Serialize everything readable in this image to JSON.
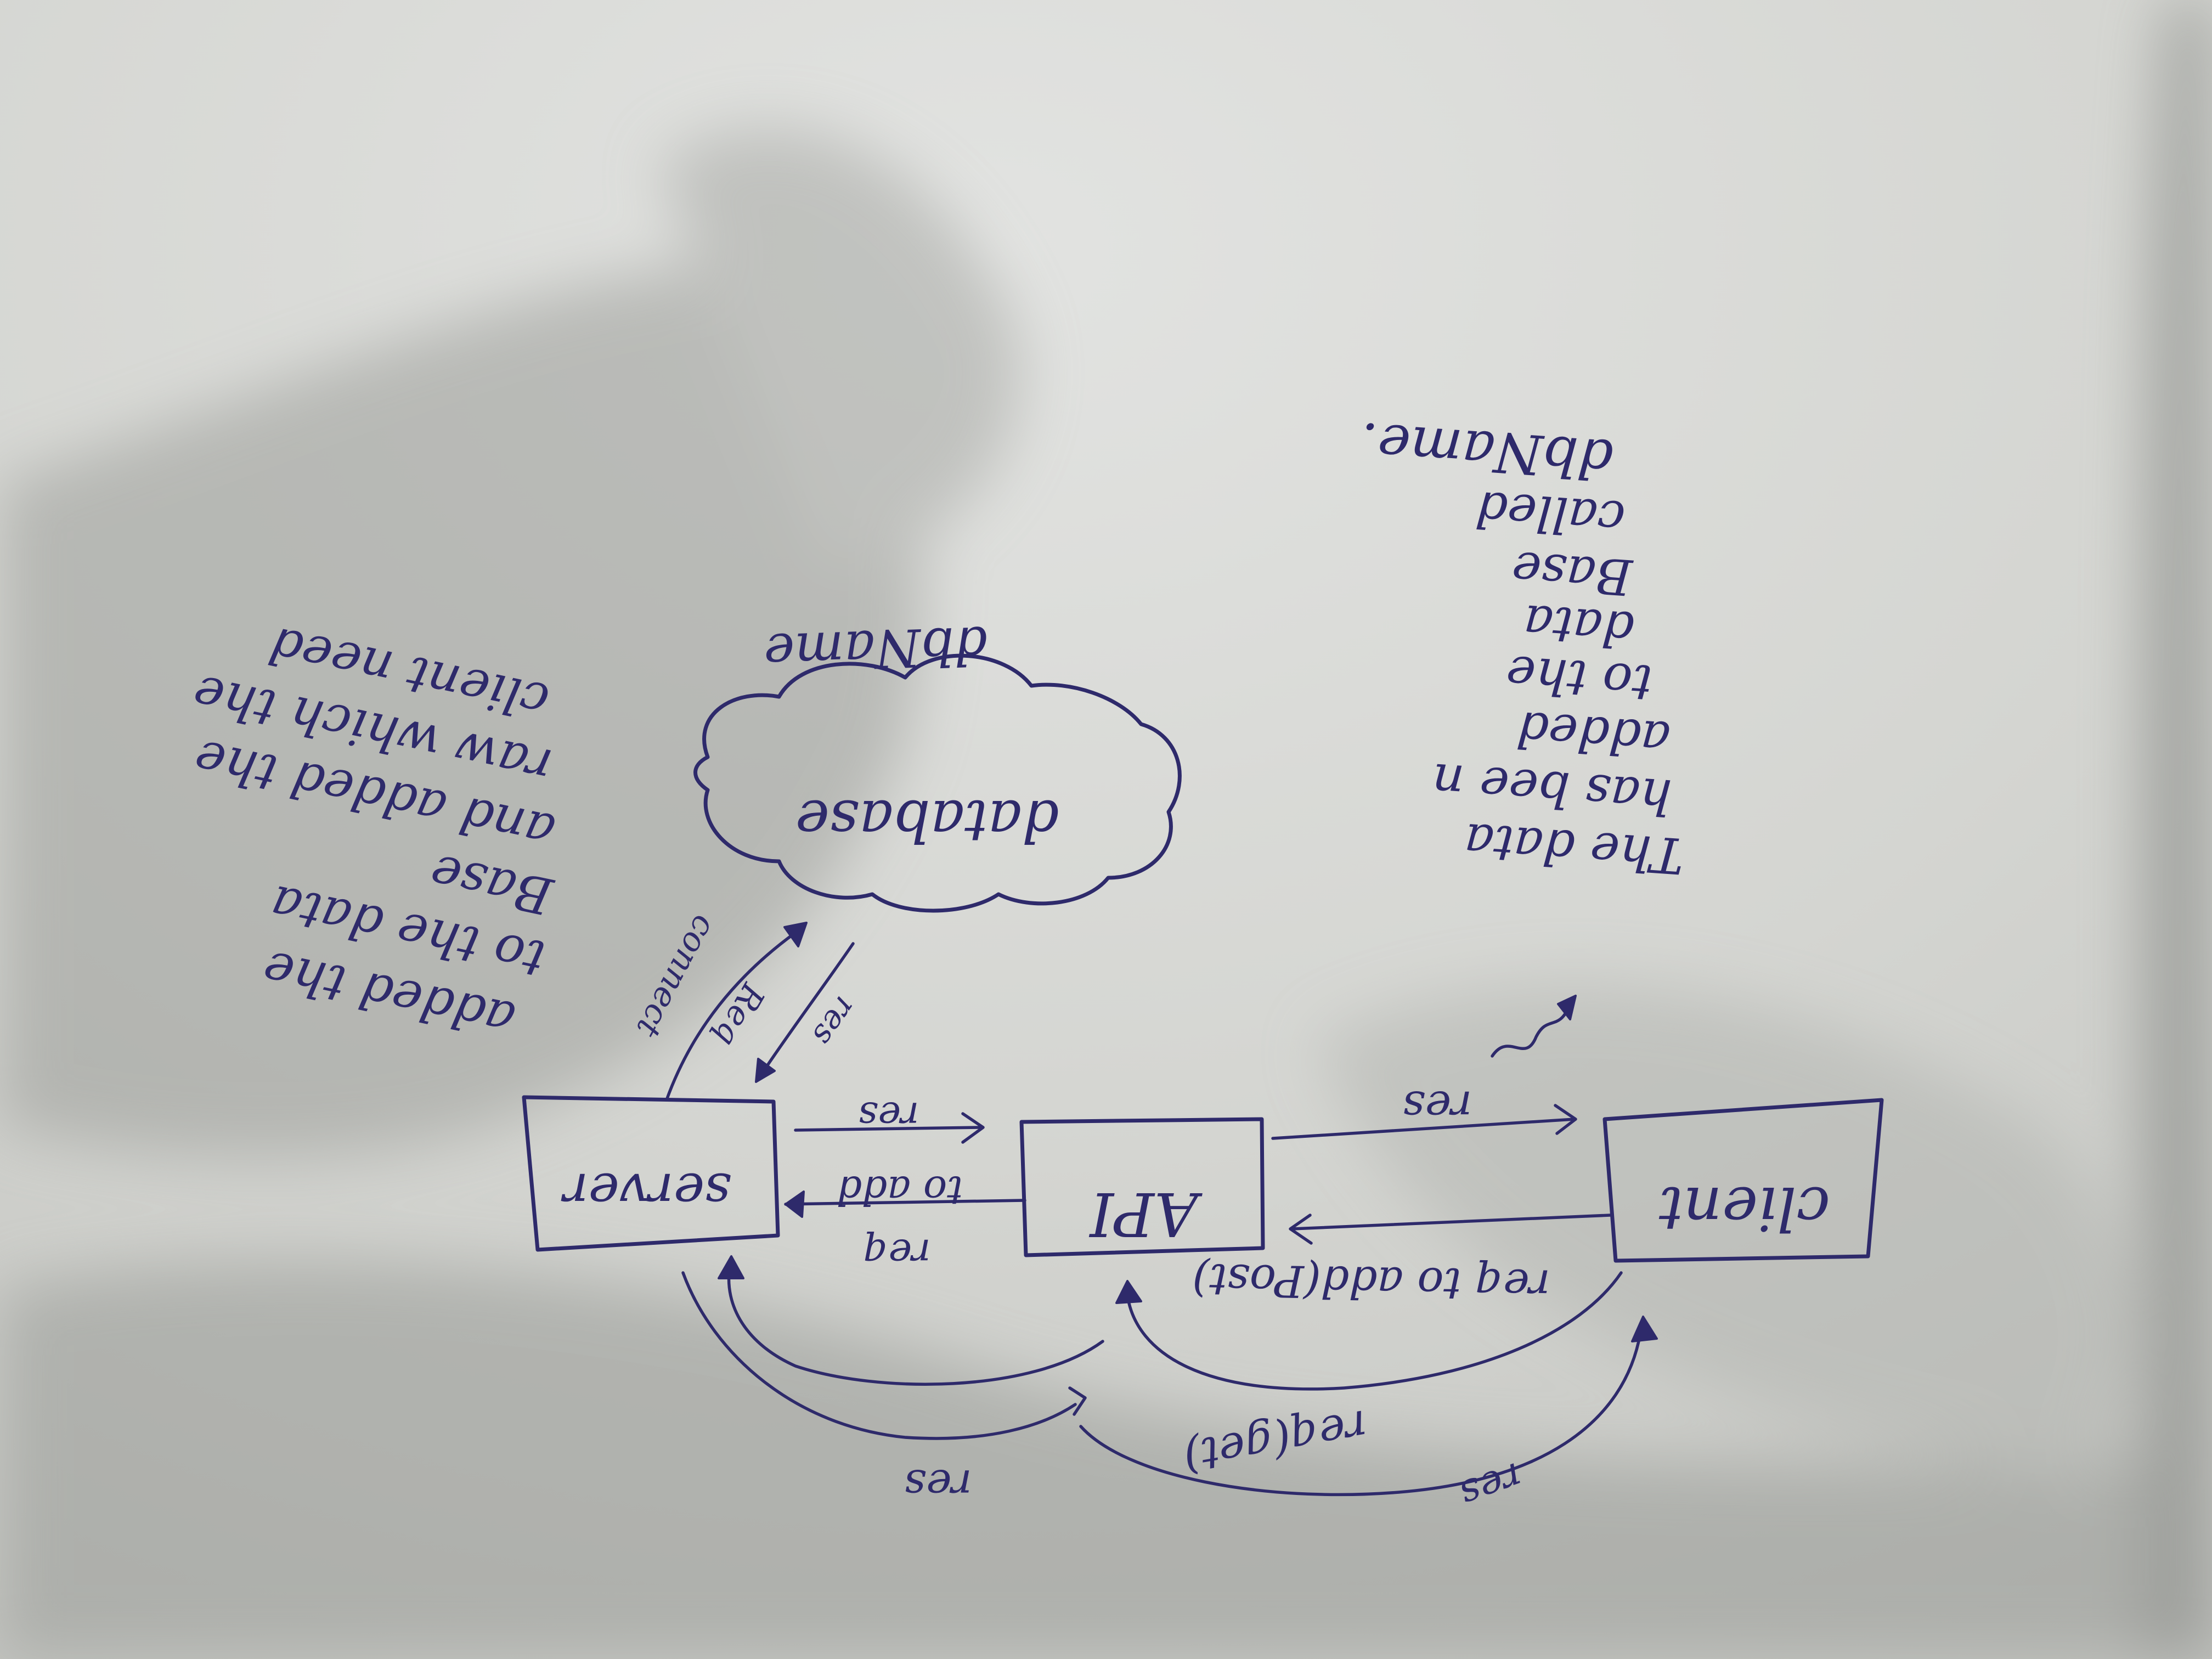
{
  "diagram": {
    "nodes": {
      "server": "server",
      "api": "API",
      "client": "client",
      "database": "database",
      "database_name": "dbName"
    },
    "edges": {
      "server_to_api_res": "res",
      "api_to_server_req": "req",
      "api_to_server_req_detail": "to add",
      "api_to_client_res": "res",
      "client_to_api_req": "req to add(Post)",
      "server_to_db_req": "Req",
      "server_to_db_connect": "connect",
      "db_to_server_res": "res",
      "client_to_server_req_get": "req(get)",
      "server_to_api_res_lower": "res",
      "server_to_client_res_lower": "res"
    },
    "notes": {
      "left_note": [
        "to the data",
        "Base",
        "and added the",
        "raw which the",
        "client need"
      ],
      "left_note_first_line_prefix": "added the",
      "right_note": [
        "The data",
        "has bee n",
        "added",
        "to the",
        "data",
        "Base",
        "called",
        "dbName."
      ]
    }
  },
  "colors": {
    "ink": "#2e2a6b",
    "paper": "#d6d7d3",
    "shadow": "#a3a5a1"
  }
}
